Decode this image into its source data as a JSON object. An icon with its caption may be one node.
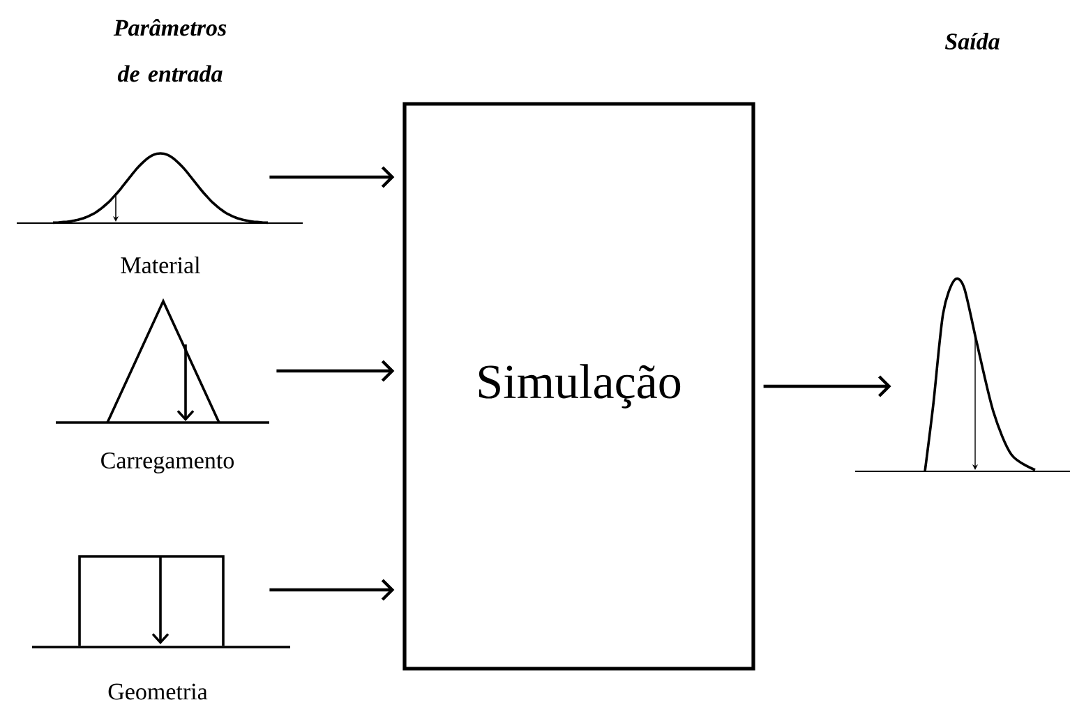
{
  "diagram": {
    "nodes": [
      {
        "text": [],
        "shape": "picture",
        "beside": [
          "Material"
        ]
      },
      {
        "text": [],
        "shape": "picture",
        "beside": [
          "Carregamento"
        ]
      },
      {
        "text": [],
        "shape": "picture",
        "beside": [
          "Geometria"
        ]
      },
      {
        "text": [
          "Simulação"
        ]
      },
      {
        "text": [],
        "shape": "picture"
      }
    ],
    "edges": [
      {
        "from": 0,
        "to": 3,
        "arrow": "to"
      },
      {
        "from": 1,
        "to": 3,
        "arrow": "to"
      },
      {
        "from": 2,
        "to": 3,
        "arrow": "to"
      },
      {
        "from": 3,
        "to": 4,
        "arrow": "to"
      }
    ],
    "labels": [
      "Parâmetros de entrada",
      "Saída"
    ]
  }
}
